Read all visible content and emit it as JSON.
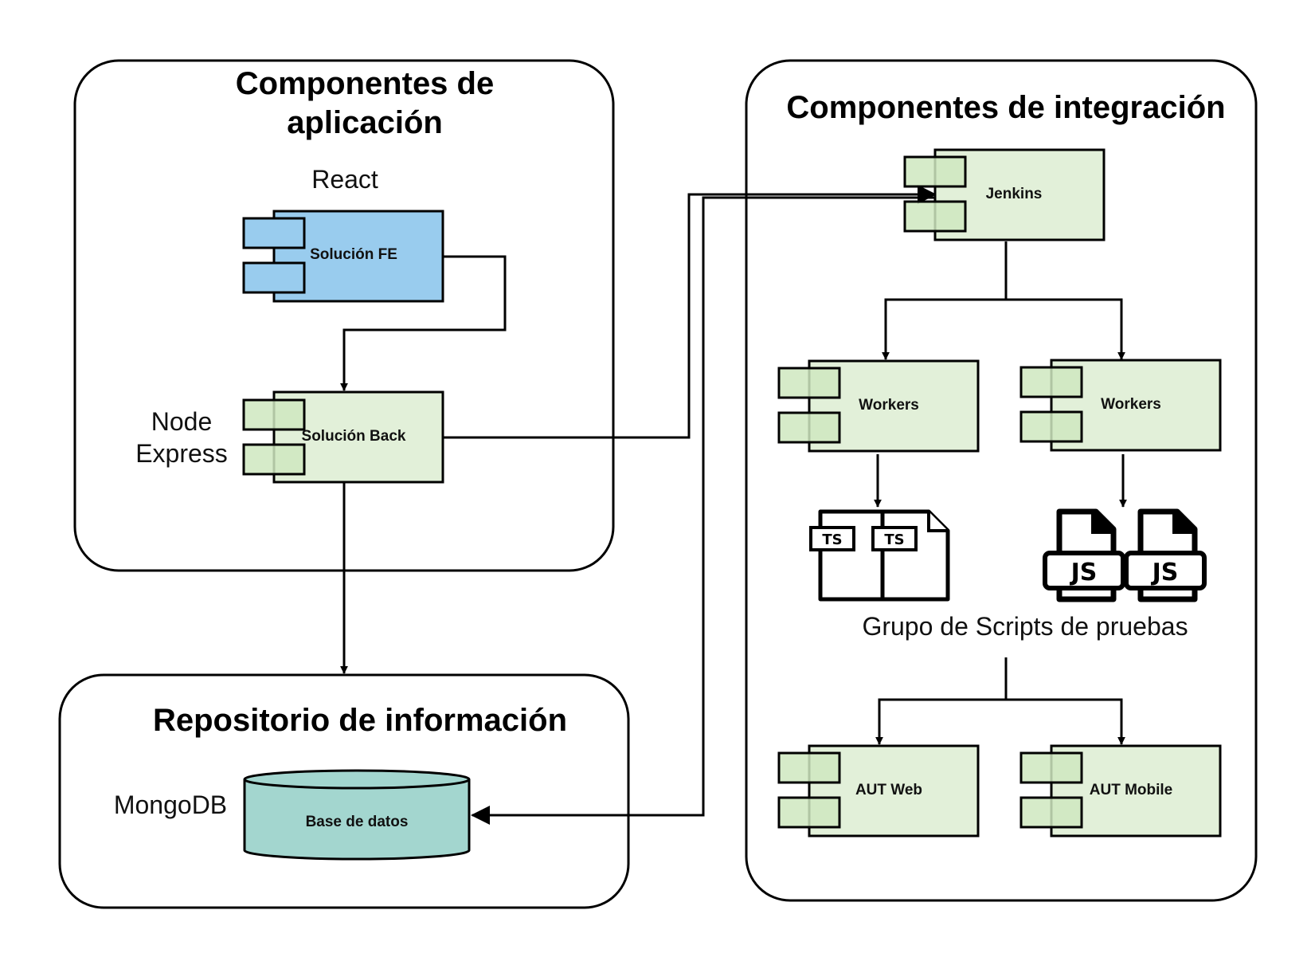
{
  "colors": {
    "frontend": "#99ccee",
    "component": "#e2f0d9",
    "tab": "#cfe8c0",
    "database": "#a3d6cf",
    "stroke": "#000000"
  },
  "groups": {
    "app": {
      "title_line1": "Componentes de",
      "title_line2": "aplicación"
    },
    "integration": {
      "title": "Componentes de integración"
    },
    "repo": {
      "title": "Repositorio de información"
    }
  },
  "tech_labels": {
    "react": "React",
    "node_line1": "Node",
    "node_line2": "Express",
    "mongodb": "MongoDB"
  },
  "components": {
    "frontend": "Solución FE",
    "backend": "Solución Back",
    "jenkins": "Jenkins",
    "workers_left": "Workers",
    "workers_right": "Workers",
    "aut_web": "AUT Web",
    "aut_mobile": "AUT Mobile"
  },
  "database": {
    "label": "Base de datos"
  },
  "scripts": {
    "ts_badge": "TS",
    "js_badge": "JS",
    "caption": "Grupo de Scripts de pruebas"
  },
  "icons": [
    "ts-file-icon",
    "js-file-icon",
    "component-icon",
    "database-icon"
  ]
}
